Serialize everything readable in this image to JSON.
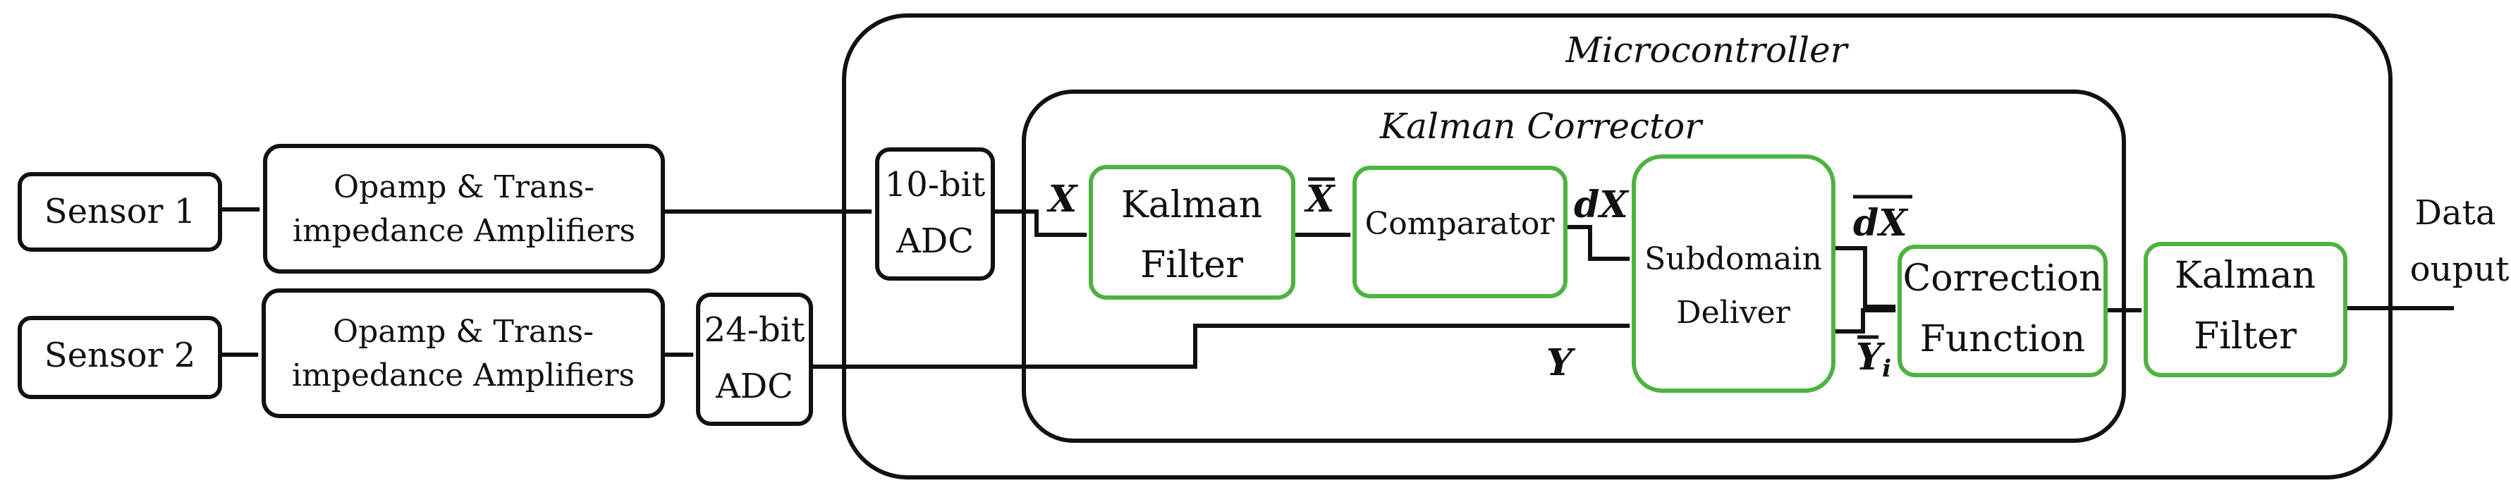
{
  "containers": {
    "microcontroller": "Microcontroller",
    "kalman_corrector": "Kalman Corrector"
  },
  "blocks": {
    "sensor1": "Sensor 1",
    "sensor2": "Sensor 2",
    "amp1": [
      "Opamp & Trans-",
      "impedance Amplifiers"
    ],
    "amp2": [
      "Opamp & Trans-",
      "impedance Amplifiers"
    ],
    "adc10": [
      "10-bit",
      "ADC"
    ],
    "adc24": [
      "24-bit",
      "ADC"
    ],
    "kalman1": [
      "Kalman",
      "Filter"
    ],
    "comparator": "Comparator",
    "subdomain": [
      "Subdomain",
      "Deliver"
    ],
    "correction": [
      "Correction",
      "Function"
    ],
    "kalman2": [
      "Kalman",
      "Filter"
    ]
  },
  "signals": {
    "x": "X",
    "x_bar": "X",
    "dx": "dX",
    "dx_bar": "dX",
    "y": "Y",
    "y_bar": "Y",
    "y_bar_sub": "i"
  },
  "output": [
    "Data",
    "ouput"
  ],
  "colors": {
    "standard_block_stroke": "#111111",
    "kalman_block_stroke": "#4cb33e"
  }
}
